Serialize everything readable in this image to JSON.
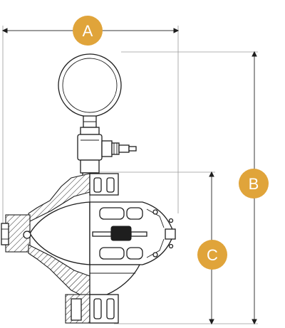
{
  "diagram": {
    "labels": {
      "a": "A",
      "b": "B",
      "c": "C"
    },
    "colors": {
      "badge": "#E0A43A",
      "line": "#1e1e1e",
      "background": "#ffffff"
    }
  }
}
